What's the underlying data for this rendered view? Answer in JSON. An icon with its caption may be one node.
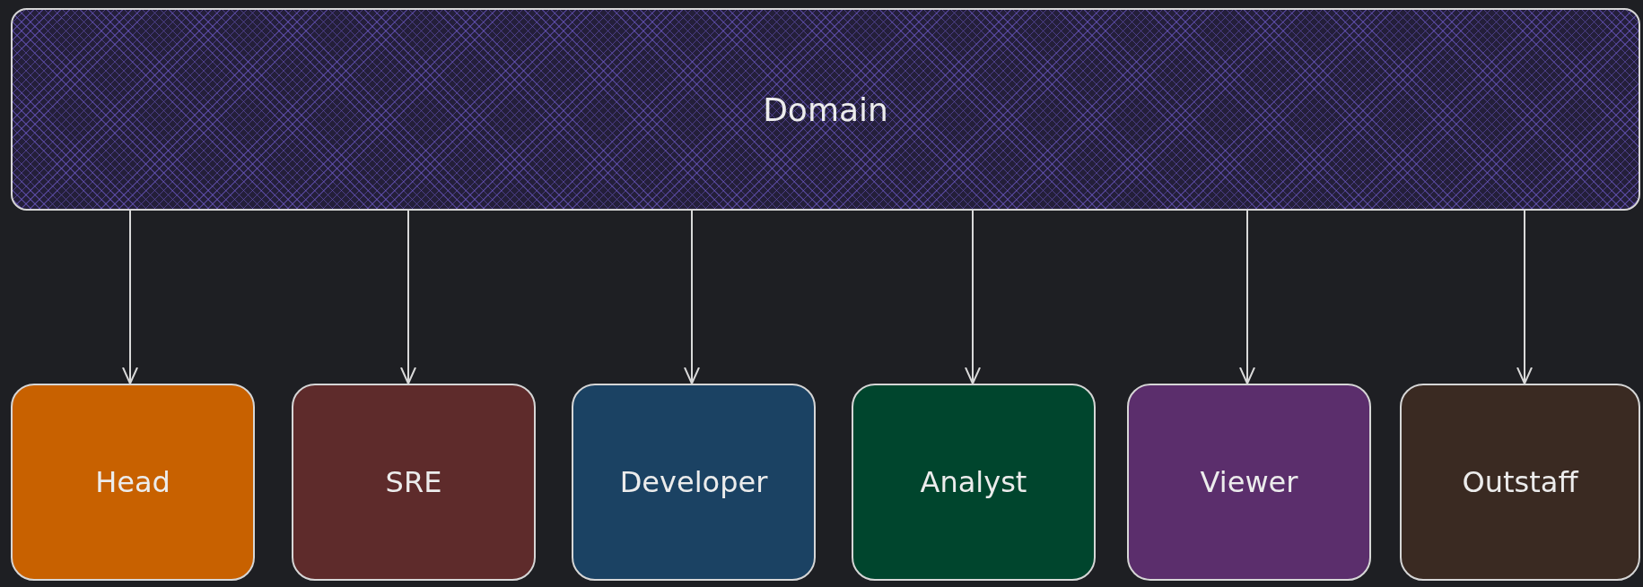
{
  "diagram": {
    "nodes": [
      {
        "text": [
          "Domain"
        ]
      },
      {
        "text": [
          "Head"
        ]
      },
      {
        "text": [
          "SRE"
        ]
      },
      {
        "text": [
          "Developer"
        ]
      },
      {
        "text": [
          "Analyst"
        ]
      },
      {
        "text": [
          "Viewer"
        ]
      },
      {
        "text": [
          "Outstaff"
        ]
      }
    ],
    "edges": [
      {
        "from": 0,
        "to": 1,
        "arrow": "to"
      },
      {
        "from": 0,
        "to": 2,
        "arrow": "to"
      },
      {
        "from": 0,
        "to": 3,
        "arrow": "to"
      },
      {
        "from": 0,
        "to": 4,
        "arrow": "to"
      },
      {
        "from": 0,
        "to": 5,
        "arrow": "to"
      },
      {
        "from": 0,
        "to": 6,
        "arrow": "to"
      }
    ]
  }
}
